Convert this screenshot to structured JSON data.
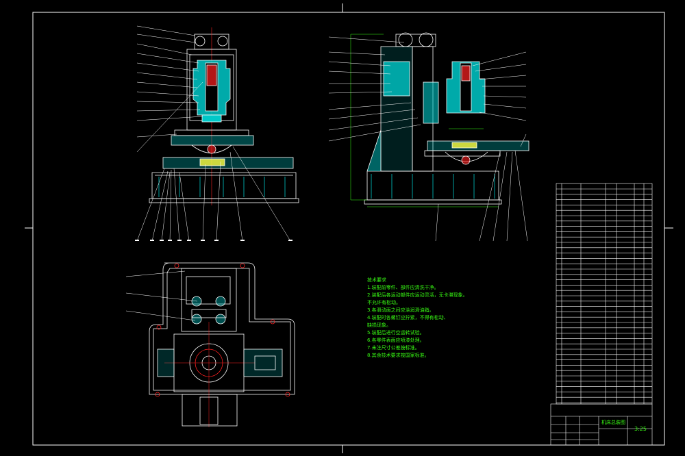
{
  "drawing": {
    "colors": {
      "background": "#000000",
      "frame": "#ffffff",
      "outline": "#ffffff",
      "part_fill": "#00c8c8",
      "accent_red": "#ff2020",
      "accent_yellow": "#ffff40",
      "note_text": "#39ff14",
      "leader": "#ffffff",
      "dimension": "#39ff14"
    }
  },
  "notes": {
    "lines": [
      "技术要求",
      "1.装配前零件、部件应清洗干净。",
      "2.装配后各运动部件应运动灵活，无卡滞现象。",
      "   不允许有松动。",
      "3.各滑动面之间应涂润滑油脂。",
      "4.装配时各螺钉应拧紧，不得有松动、",
      "   缺损现象。",
      "5.装配后进行空运转试验。",
      "6.各零件表面应喷漆处理。",
      "7.未注尺寸公差按标准。",
      "8.其余技术要求按国家标准。"
    ]
  },
  "title_block": {
    "drawing_title": "机床总装图",
    "scale": "3:25"
  }
}
